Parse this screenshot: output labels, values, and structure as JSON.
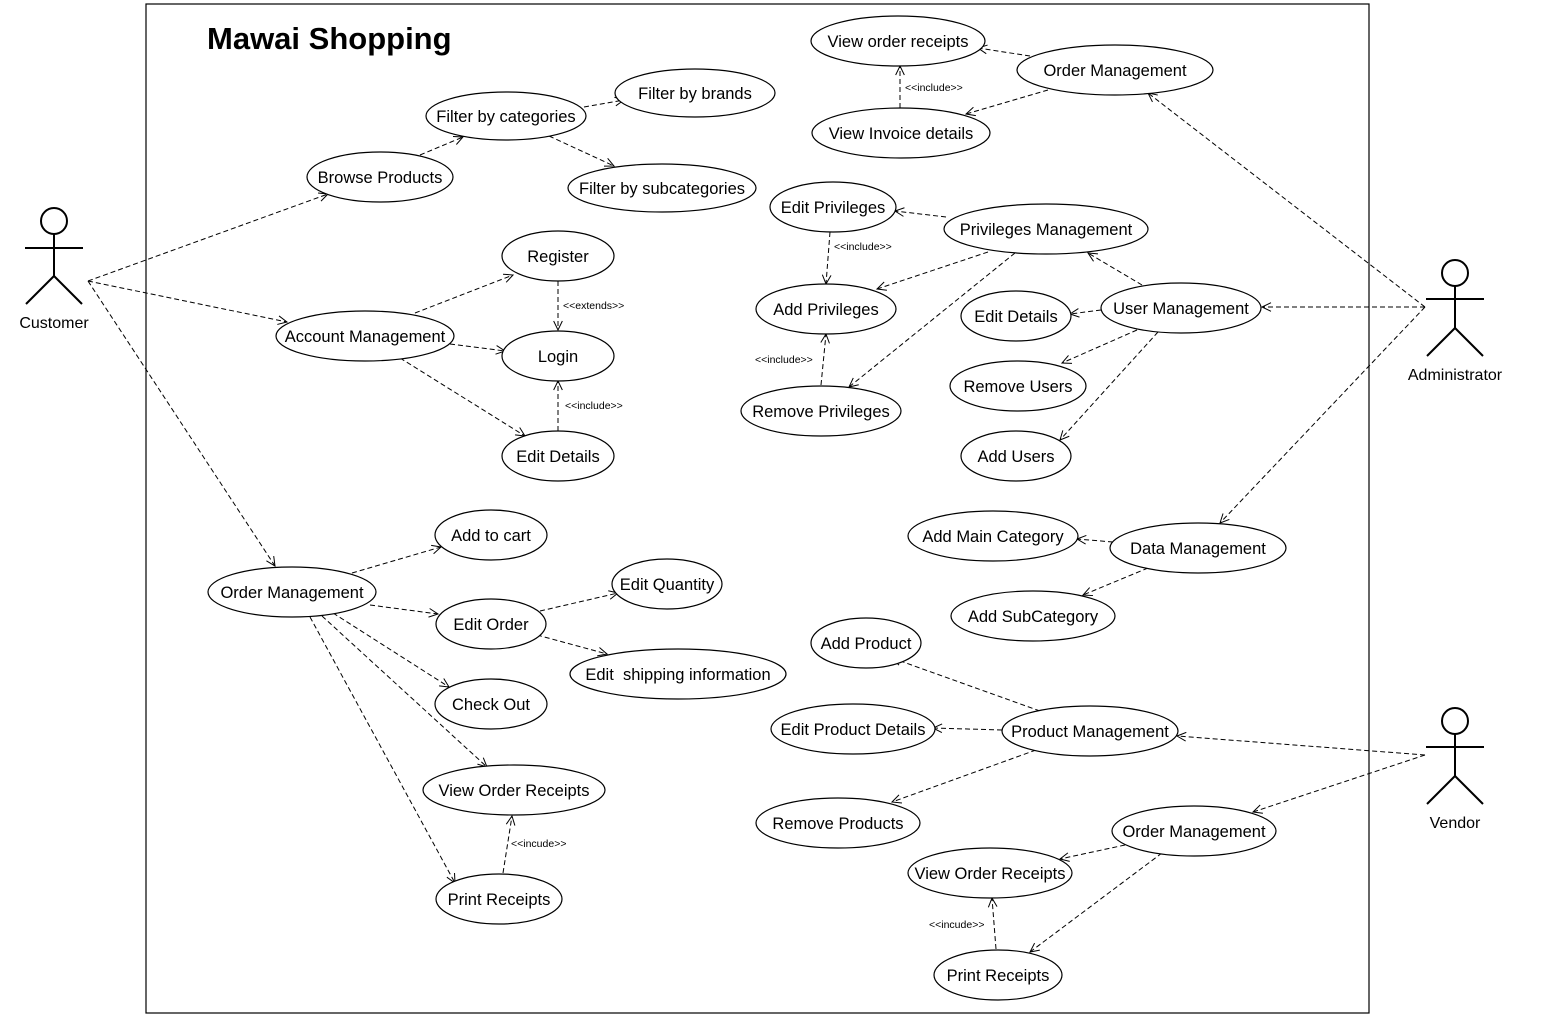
{
  "system": {
    "title": "Mawai Shopping"
  },
  "actors": {
    "customer": "Customer",
    "administrator": "Administrator",
    "vendor": "Vendor"
  },
  "usecases": {
    "browse_products": "Browse Products",
    "filter_categories": "Filter by categories",
    "filter_brands": "Filter by brands",
    "filter_subcategories": "Filter by subcategories",
    "register": "Register",
    "login": "Login",
    "account_management": "Account Management",
    "edit_details_customer": "Edit Details",
    "order_management_customer": "Order Management",
    "add_to_cart": "Add to cart",
    "edit_order": "Edit Order",
    "edit_quantity": "Edit Quantity",
    "edit_shipping": "Edit  shipping information",
    "check_out": "Check Out",
    "view_order_receipts_customer": "View Order Receipts",
    "print_receipts_customer": "Print Receipts",
    "view_order_receipts_admin": "View order receipts",
    "order_management_admin": "Order Management",
    "view_invoice_details": "View Invoice details",
    "edit_privileges": "Edit Privileges",
    "privileges_management": "Privileges Management",
    "add_privileges": "Add Privileges",
    "remove_privileges": "Remove Privileges",
    "edit_details_admin": "Edit Details",
    "user_management": "User Management",
    "remove_users": "Remove Users",
    "add_users": "Add Users",
    "add_main_category": "Add Main Category",
    "data_management": "Data Management",
    "add_subcategory": "Add SubCategory",
    "add_product": "Add Product",
    "edit_product_details": "Edit Product Details",
    "product_management": "Product Management",
    "remove_products": "Remove Products",
    "order_management_vendor": "Order Management",
    "view_order_receipts_vendor": "View Order Receipts",
    "print_receipts_vendor": "Print Receipts"
  },
  "stereotypes": {
    "include_admin_invoice": "<<include>>",
    "include_privileges_edit": "<<include>>",
    "include_privileges_remove": "<<include>>",
    "extends_register": "<<extends>>",
    "include_login": "<<include>>",
    "include_customer_receipts": "<<incude>>",
    "include_vendor_receipts": "<<incude>>"
  }
}
